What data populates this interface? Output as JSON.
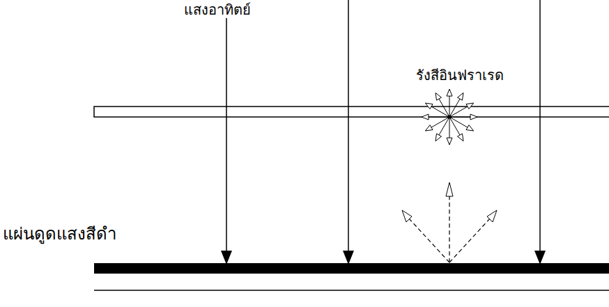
{
  "diagram": {
    "labels": [
      "แสงอาทิตย์",
      "รังสีอินฟราเรด",
      "แผ่นดูดแสงสีดำ"
    ]
  }
}
